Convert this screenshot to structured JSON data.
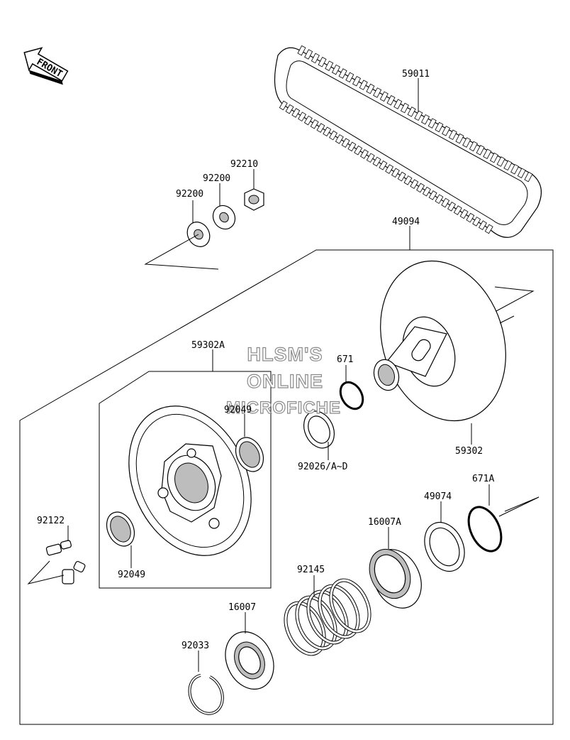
{
  "front_badge": "FRONT",
  "watermark": {
    "line1": "HLSM'S",
    "line2": "ONLINE",
    "line3": "MICROFICHE"
  },
  "parts": {
    "p59011": "59011",
    "p92210": "92210",
    "p92200a": "92200",
    "p92200b": "92200",
    "p49094": "49094",
    "p59302A": "59302A",
    "p671": "671",
    "p92049a": "92049",
    "p92049b": "92049",
    "p59302": "59302",
    "p92026": "92026/A~D",
    "p671A": "671A",
    "p49074": "49074",
    "p16007A": "16007A",
    "p92122": "92122",
    "p92145": "92145",
    "p16007": "16007",
    "p92033": "92033"
  }
}
